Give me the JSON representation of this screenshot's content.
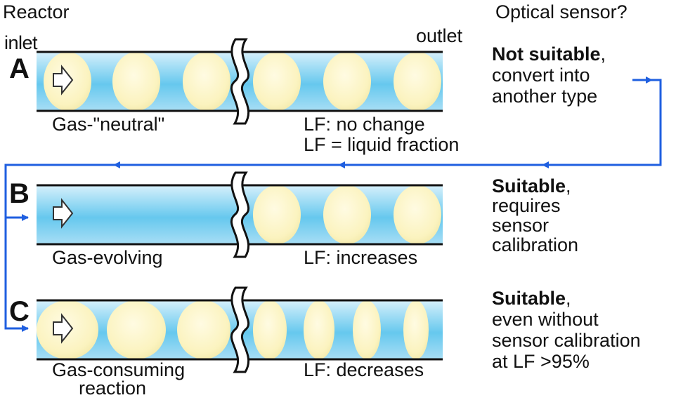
{
  "header": {
    "reactor_label": "Reactor",
    "sensor_question": "Optical sensor?",
    "inlet_label": "inlet",
    "outlet_label": "outlet"
  },
  "colors": {
    "tube_top": "#d9f1fb",
    "tube_mid": "#5cc6ec",
    "bubble": "#fdf7c8",
    "flow_arrow": "#1f5fe0"
  },
  "rows": [
    {
      "letter": "A",
      "gas_label": "Gas-\"neutral\"",
      "lf_lines": [
        "LF: no change",
        "LF = liquid fraction"
      ],
      "verdict_bold": "Not suitable",
      "verdict_rest": [
        "convert into",
        "another type"
      ]
    },
    {
      "letter": "B",
      "gas_label": "Gas-evolving",
      "lf_lines": [
        "LF: increases"
      ],
      "verdict_bold": "Suitable",
      "verdict_rest": [
        "requires",
        "sensor",
        "calibration"
      ]
    },
    {
      "letter": "C",
      "gas_label": "Gas-consuming",
      "gas_label_2": "reaction",
      "lf_lines": [
        "LF: decreases"
      ],
      "verdict_bold": "Suitable",
      "verdict_rest": [
        "even without",
        "sensor calibration",
        "at LF >95%"
      ]
    }
  ]
}
